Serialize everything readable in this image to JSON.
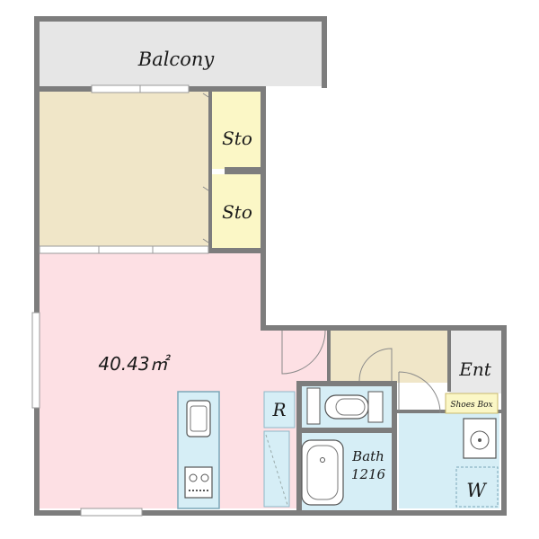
{
  "rooms": {
    "balcony": "Balcony",
    "storage_upper": "Sto",
    "storage_lower": "Sto",
    "main_area": "40.43㎡",
    "entrance": "Ent",
    "shoes_box": "Shoes Box",
    "refrigerator": "R",
    "bath_name": "Bath",
    "bath_size": "1216",
    "washer": "W"
  },
  "colors": {
    "wall": "#7d7d7d",
    "balcony_fill": "#e6e6e6",
    "tatami_fill": "#f0e6c8",
    "living_fill": "#fde0e4",
    "storage_fill": "#fbf7c6",
    "wet_fill": "#d6eef6",
    "entrance_fill": "#e9e9e9",
    "shoes_box_fill": "#fbf7c6"
  }
}
